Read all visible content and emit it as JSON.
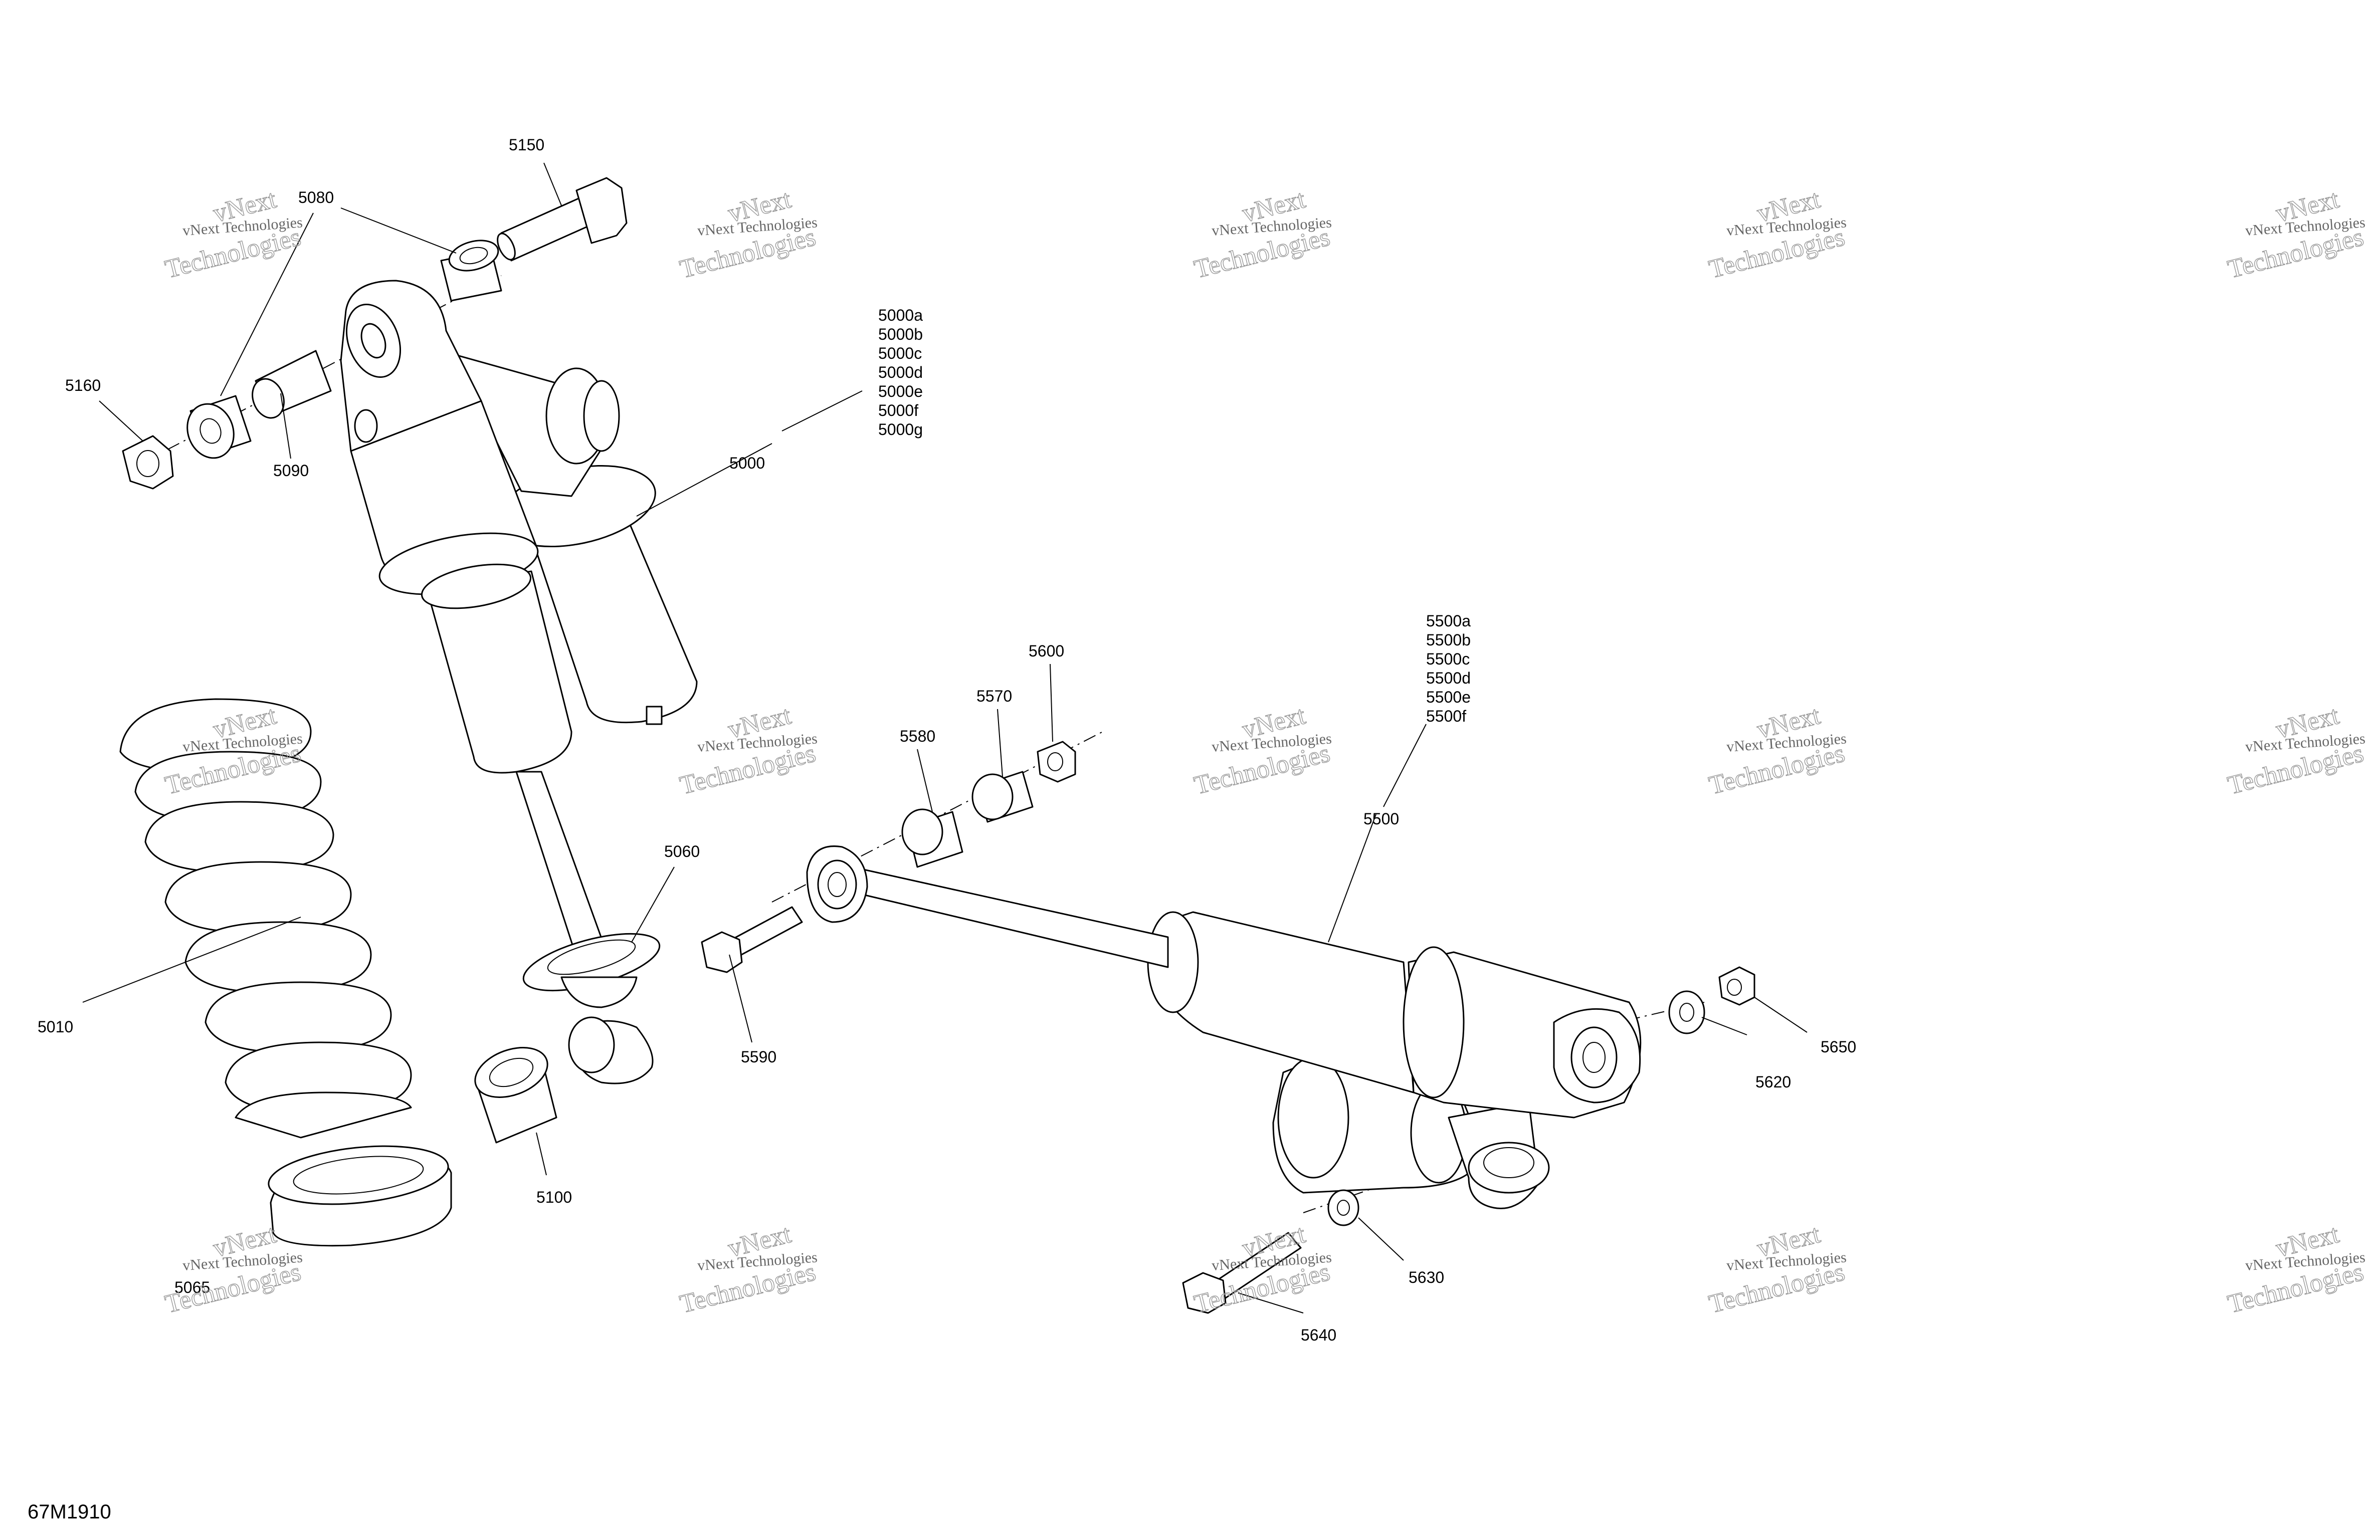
{
  "figure_code": "67M1910",
  "watermark": {
    "line1": "vNext Technologies",
    "line2a": "vNext",
    "line2b": "Technologies"
  },
  "labels": {
    "p5150": "5150",
    "p5080": "5080",
    "p5160": "5160",
    "p5090": "5090",
    "p5000": "5000",
    "p5000_variants": [
      "5000a",
      "5000b",
      "5000c",
      "5000d",
      "5000e",
      "5000f",
      "5000g"
    ],
    "p5010": "5010",
    "p5060": "5060",
    "p5100": "5100",
    "p5065": "5065",
    "p5600": "5600",
    "p5570": "5570",
    "p5580": "5580",
    "p5590": "5590",
    "p5500": "5500",
    "p5500_variants": [
      "5500a",
      "5500b",
      "5500c",
      "5500d",
      "5500e",
      "5500f"
    ],
    "p5620": "5620",
    "p5650": "5650",
    "p5630": "5630",
    "p5640": "5640"
  }
}
